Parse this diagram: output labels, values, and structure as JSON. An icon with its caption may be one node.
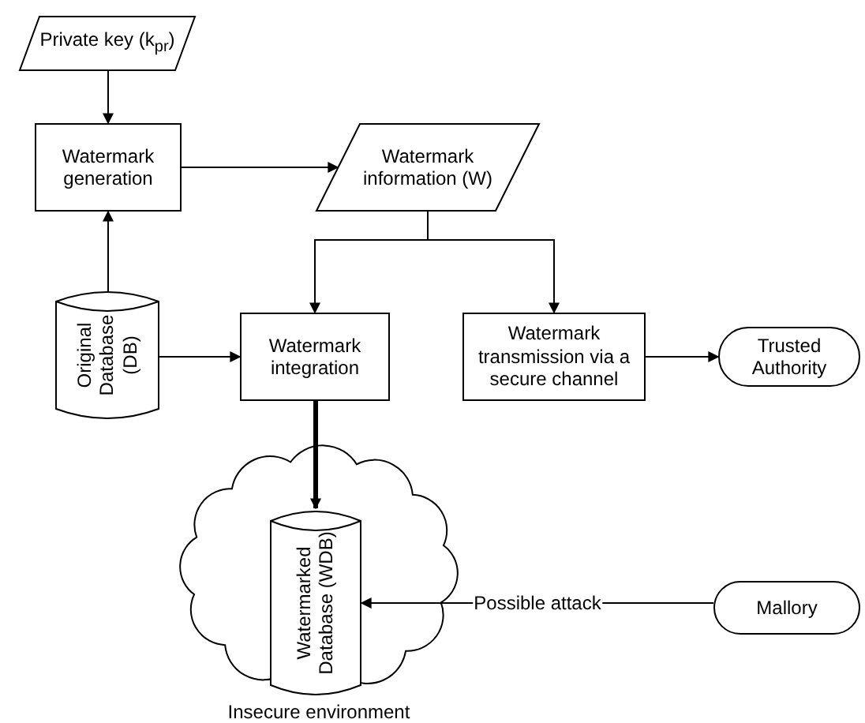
{
  "diagram": {
    "nodes": [
      {
        "text": [
          "Private key (k$_{pr}$)"
        ]
      },
      {
        "text": [
          "Watermark generation"
        ]
      },
      {
        "text": [
          "Watermark information (W)"
        ]
      },
      {
        "text": [
          "Original Database (DB)"
        ]
      },
      {
        "text": [
          "Watermark integration"
        ]
      },
      {
        "text": [
          "Watermark transmission via a secure channel"
        ]
      },
      {
        "text": [
          "Trusted Authority"
        ]
      },
      {
        "text": [
          "Insecure environment"
        ]
      },
      {
        "text": [
          "Watermarked Database (WDB)"
        ],
        "in": 7
      },
      {
        "text": [
          "Mallory"
        ]
      }
    ],
    "edges": [
      {
        "from": 0,
        "to": 1,
        "arrow": "to"
      },
      {
        "from": 1,
        "to": 2,
        "arrow": "to"
      },
      {
        "from": 3,
        "to": 1,
        "arrow": "to"
      },
      {
        "from": 2,
        "to": 4,
        "arrow": "to"
      },
      {
        "from": 2,
        "to": 5,
        "arrow": "to"
      },
      {
        "from": 3,
        "to": 4,
        "arrow": "to"
      },
      {
        "from": 5,
        "to": 6,
        "arrow": "to"
      },
      {
        "from": 4,
        "to": 8,
        "arrow": "to",
        "style": "thick"
      },
      {
        "from": 9,
        "to": 8,
        "arrow": "to",
        "label": "Possible attack"
      }
    ]
  }
}
